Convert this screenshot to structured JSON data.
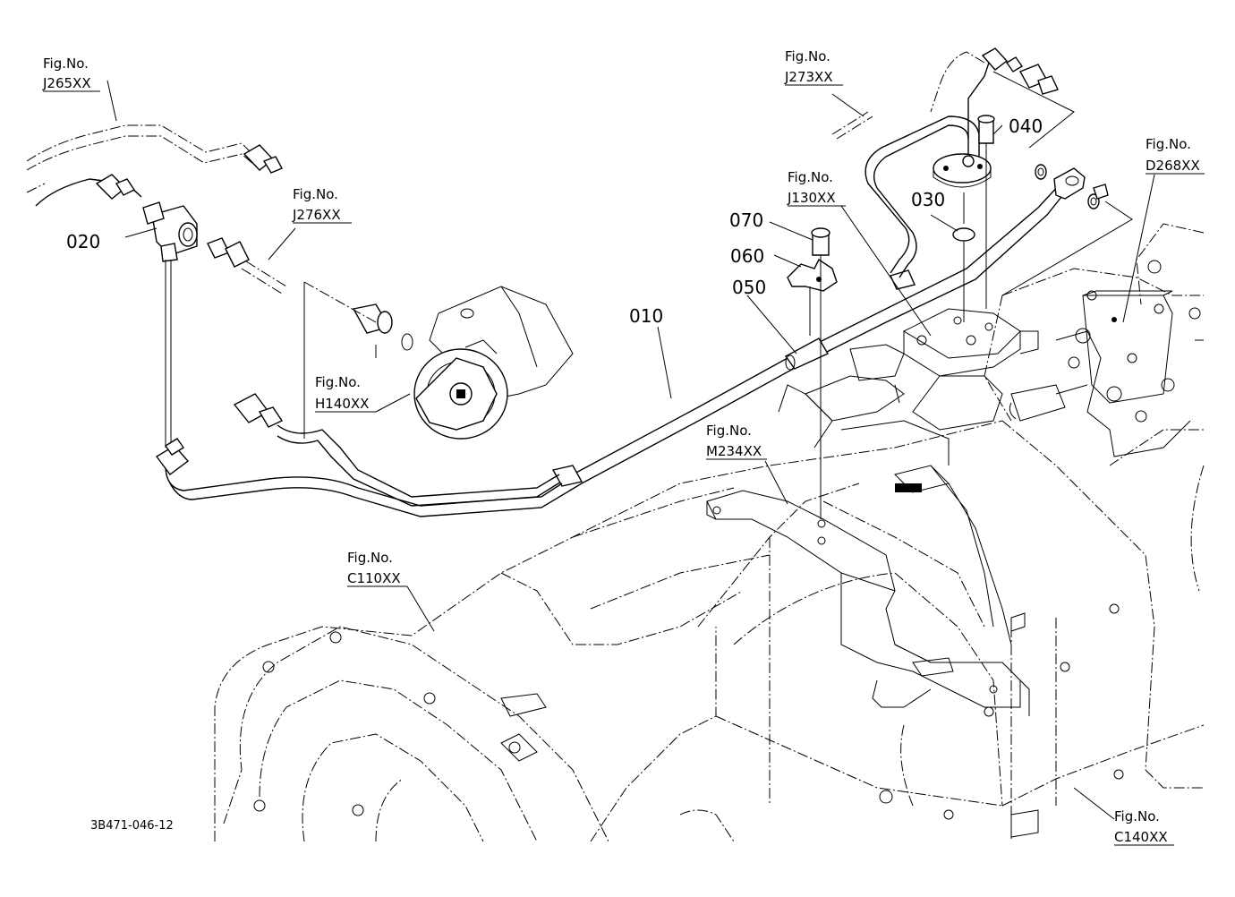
{
  "figure_refs": [
    {
      "id": "j265",
      "line1": "Fig.No.",
      "line2": "J265XX"
    },
    {
      "id": "j276",
      "line1": "Fig.No.",
      "line2": "J276XX"
    },
    {
      "id": "h140",
      "line1": "Fig.No.",
      "line2": "H140XX"
    },
    {
      "id": "j273",
      "line1": "Fig.No.",
      "line2": "J273XX"
    },
    {
      "id": "j130",
      "line1": "Fig.No.",
      "line2": "J130XX"
    },
    {
      "id": "d268",
      "line1": "Fig.No.",
      "line2": "D268XX"
    },
    {
      "id": "m234",
      "line1": "Fig.No.",
      "line2": "M234XX"
    },
    {
      "id": "c110",
      "line1": "Fig.No.",
      "line2": "C110XX"
    },
    {
      "id": "c140",
      "line1": "Fig.No.",
      "line2": "C140XX"
    }
  ],
  "part_numbers": {
    "p010": "010",
    "p020": "020",
    "p030": "030",
    "p040": "040",
    "p050": "050",
    "p060": "060",
    "p070": "070"
  },
  "drawing_code": "3B471-046-12"
}
